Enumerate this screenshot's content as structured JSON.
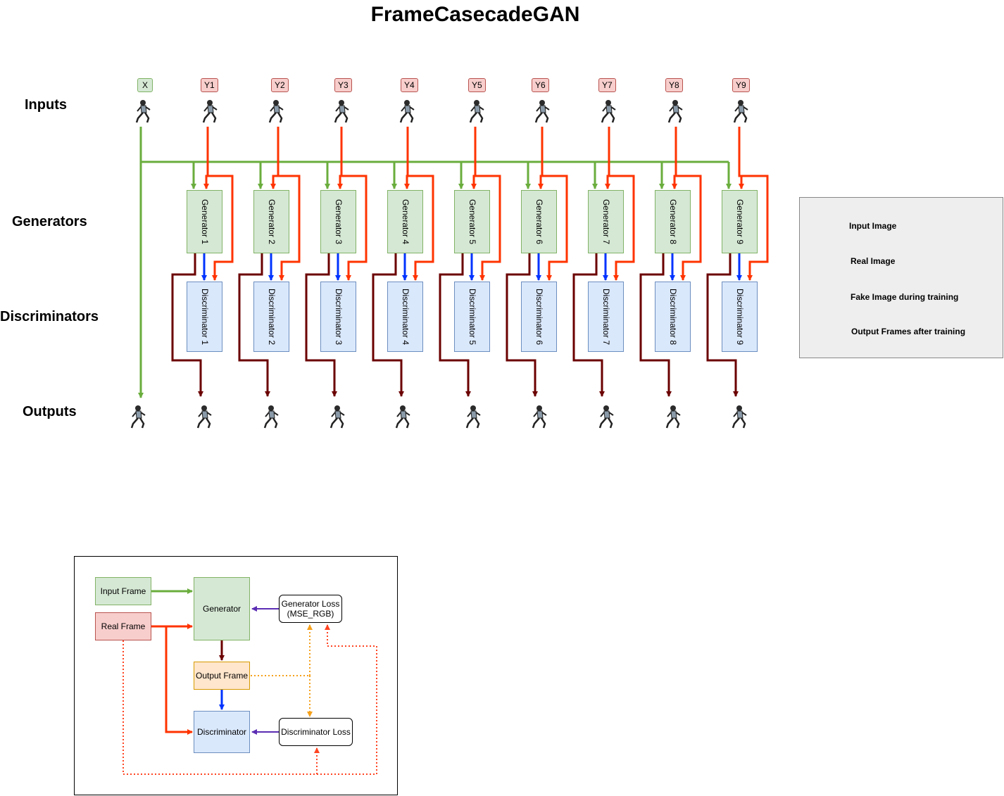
{
  "title": "FrameCasecadeGAN",
  "row_labels": {
    "inputs": "Inputs",
    "generators": "Generators",
    "discriminators": "Discriminators",
    "outputs": "Outputs"
  },
  "input_tags": [
    "X",
    "Y1",
    "Y2",
    "Y3",
    "Y4",
    "Y5",
    "Y6",
    "Y7",
    "Y8",
    "Y9"
  ],
  "generators": [
    "Generator 1",
    "Generator 2",
    "Generator 3",
    "Generator 4",
    "Generator 5",
    "Generator 6",
    "Generator 7",
    "Generator 8",
    "Generator 9"
  ],
  "discriminators": [
    "Discriminator 1",
    "Discriminator 2",
    "Discriminator 3",
    "Discriminator 4",
    "Discriminator 5",
    "Discriminator 6",
    "Discriminator 7",
    "Discriminator 8",
    "Discriminator 9"
  ],
  "legend": [
    {
      "label": "Input Image",
      "color": "#6aad3d"
    },
    {
      "label": "Real Image",
      "color": "#ff3300"
    },
    {
      "label": "Fake Image during training",
      "color": "#0033ff"
    },
    {
      "label": "Output Frames after training",
      "color": "#6b0000"
    }
  ],
  "flow": {
    "input_frame": "Input Frame",
    "real_frame": "Real Frame",
    "generator": "Generator",
    "generator_loss": "Generator Loss\n(MSE_RGB)",
    "output_frame": "Output Frame",
    "discriminator": "Discriminator",
    "discriminator_loss": "Discriminator Loss"
  },
  "colors": {
    "green": "#6aad3d",
    "red": "#ff3300",
    "blue": "#0033ff",
    "dark_red": "#6b0000",
    "purple": "#5b2db3",
    "orange": "#f5a01a",
    "red_dotted": "#ff4422"
  }
}
